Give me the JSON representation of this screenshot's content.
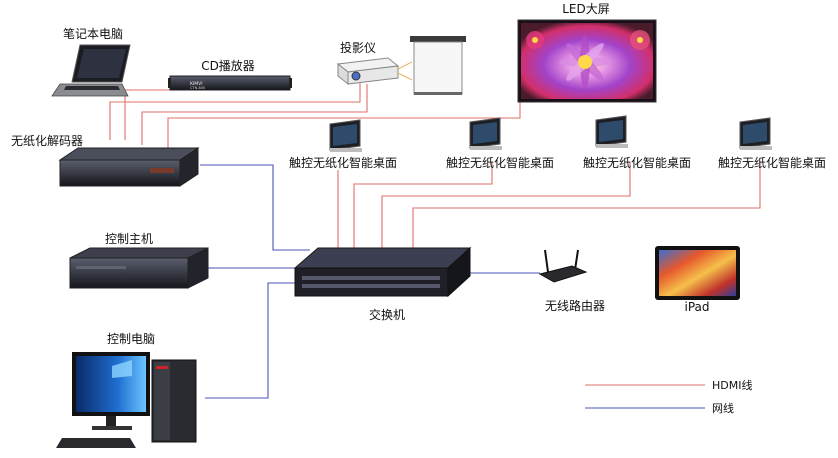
{
  "devices": {
    "laptop": "笔记本电脑",
    "cd_player": "CD播放器",
    "cd_brand": "KIMVI",
    "cd_model": "CTN-800",
    "projector": "投影仪",
    "led": "LED大屏",
    "decoder": "无纸化解码器",
    "touch1": "触控无纸化智能桌面",
    "touch2": "触控无纸化智能桌面",
    "touch3": "触控无纸化智能桌面",
    "touch4": "触控无纸化智能桌面",
    "host": "控制主机",
    "switch": "交换机",
    "router": "无线路由器",
    "ipad": "iPad",
    "pc": "控制电脑"
  },
  "legend": {
    "hdmi": "HDMI线",
    "net": "网线",
    "hdmi_color": "#e0706a",
    "net_color": "#4a55b8"
  }
}
